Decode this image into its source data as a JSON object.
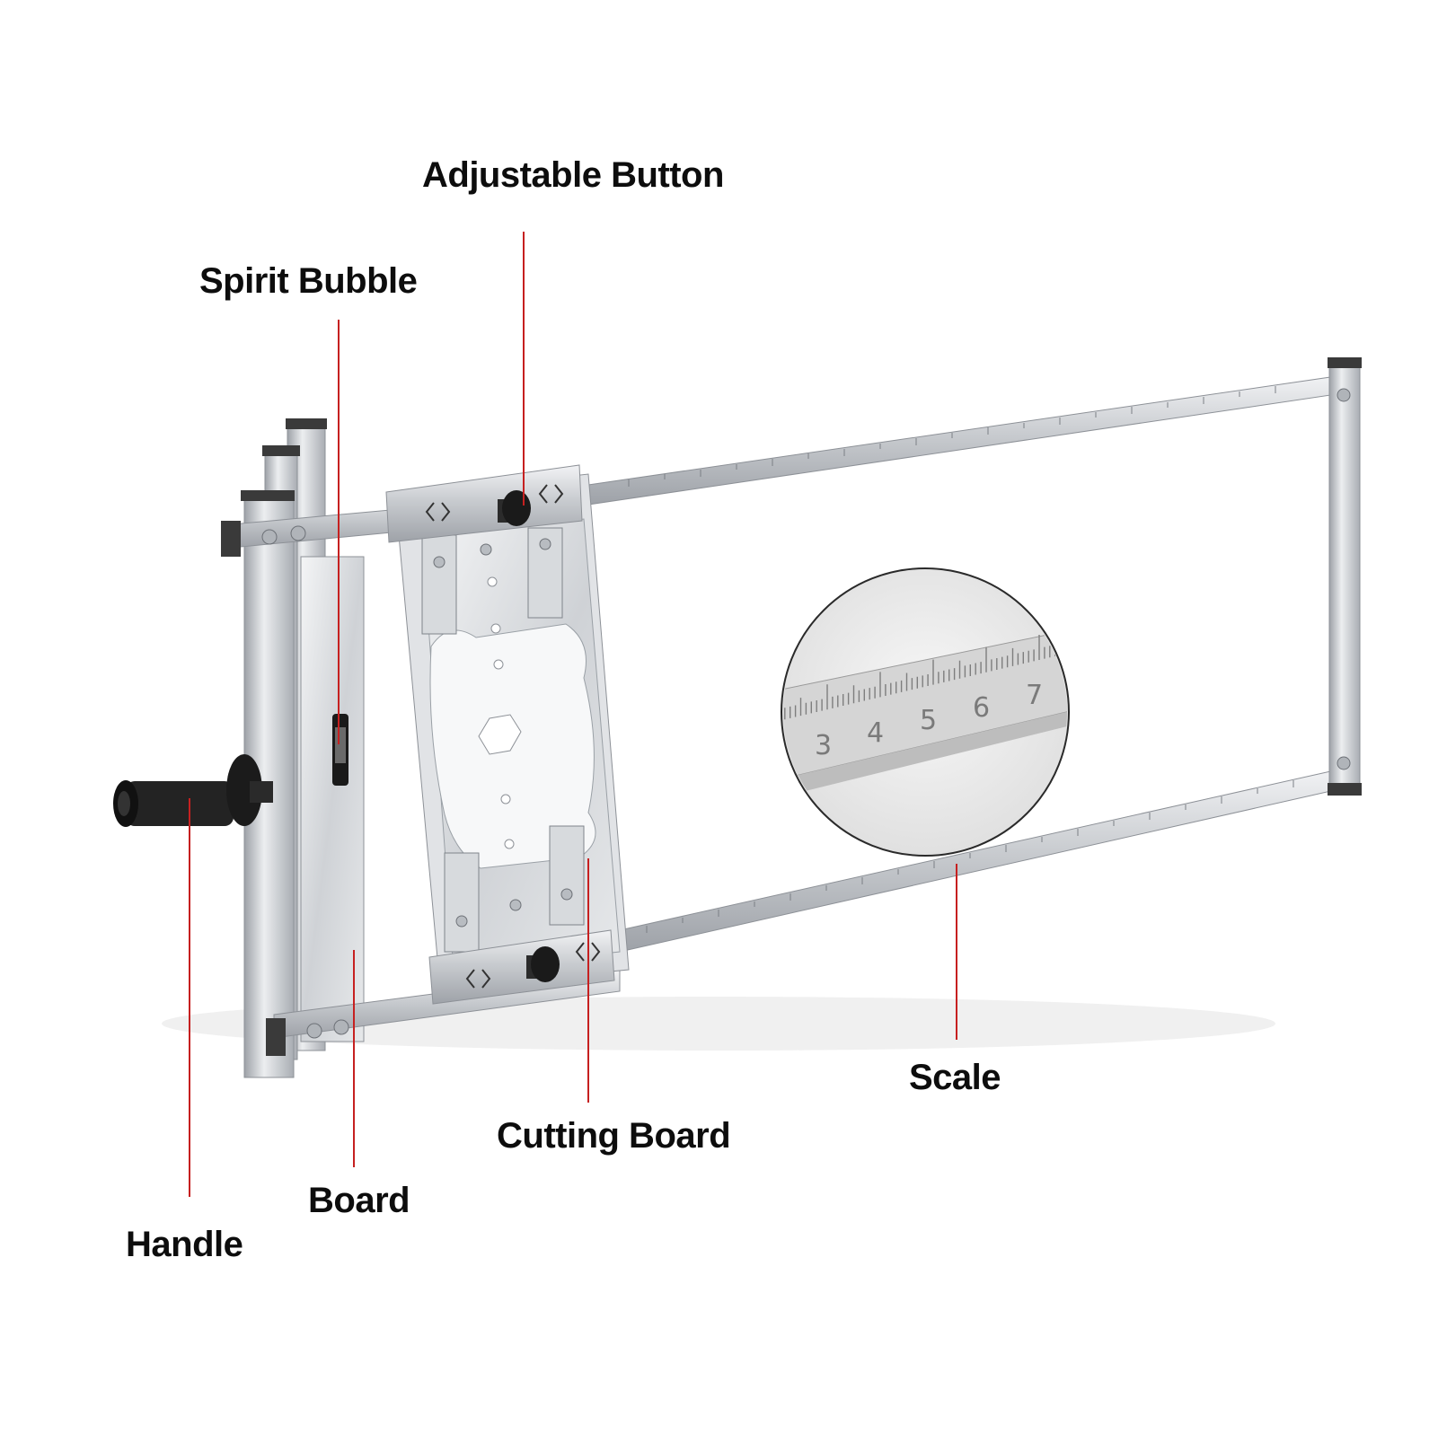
{
  "labels": {
    "adjustable_button": "Adjustable Button",
    "spirit_bubble": "Spirit Bubble",
    "scale": "Scale",
    "cutting_board": "Cutting Board",
    "board": "Board",
    "handle": "Handle"
  },
  "magnifier_scale_numbers": [
    "3",
    "4",
    "5",
    "6",
    "7"
  ],
  "colors": {
    "leader": "#c62020",
    "label_text": "#0d0d0d",
    "metal": "#c9ccd0",
    "handle": "#1f1f1f"
  }
}
